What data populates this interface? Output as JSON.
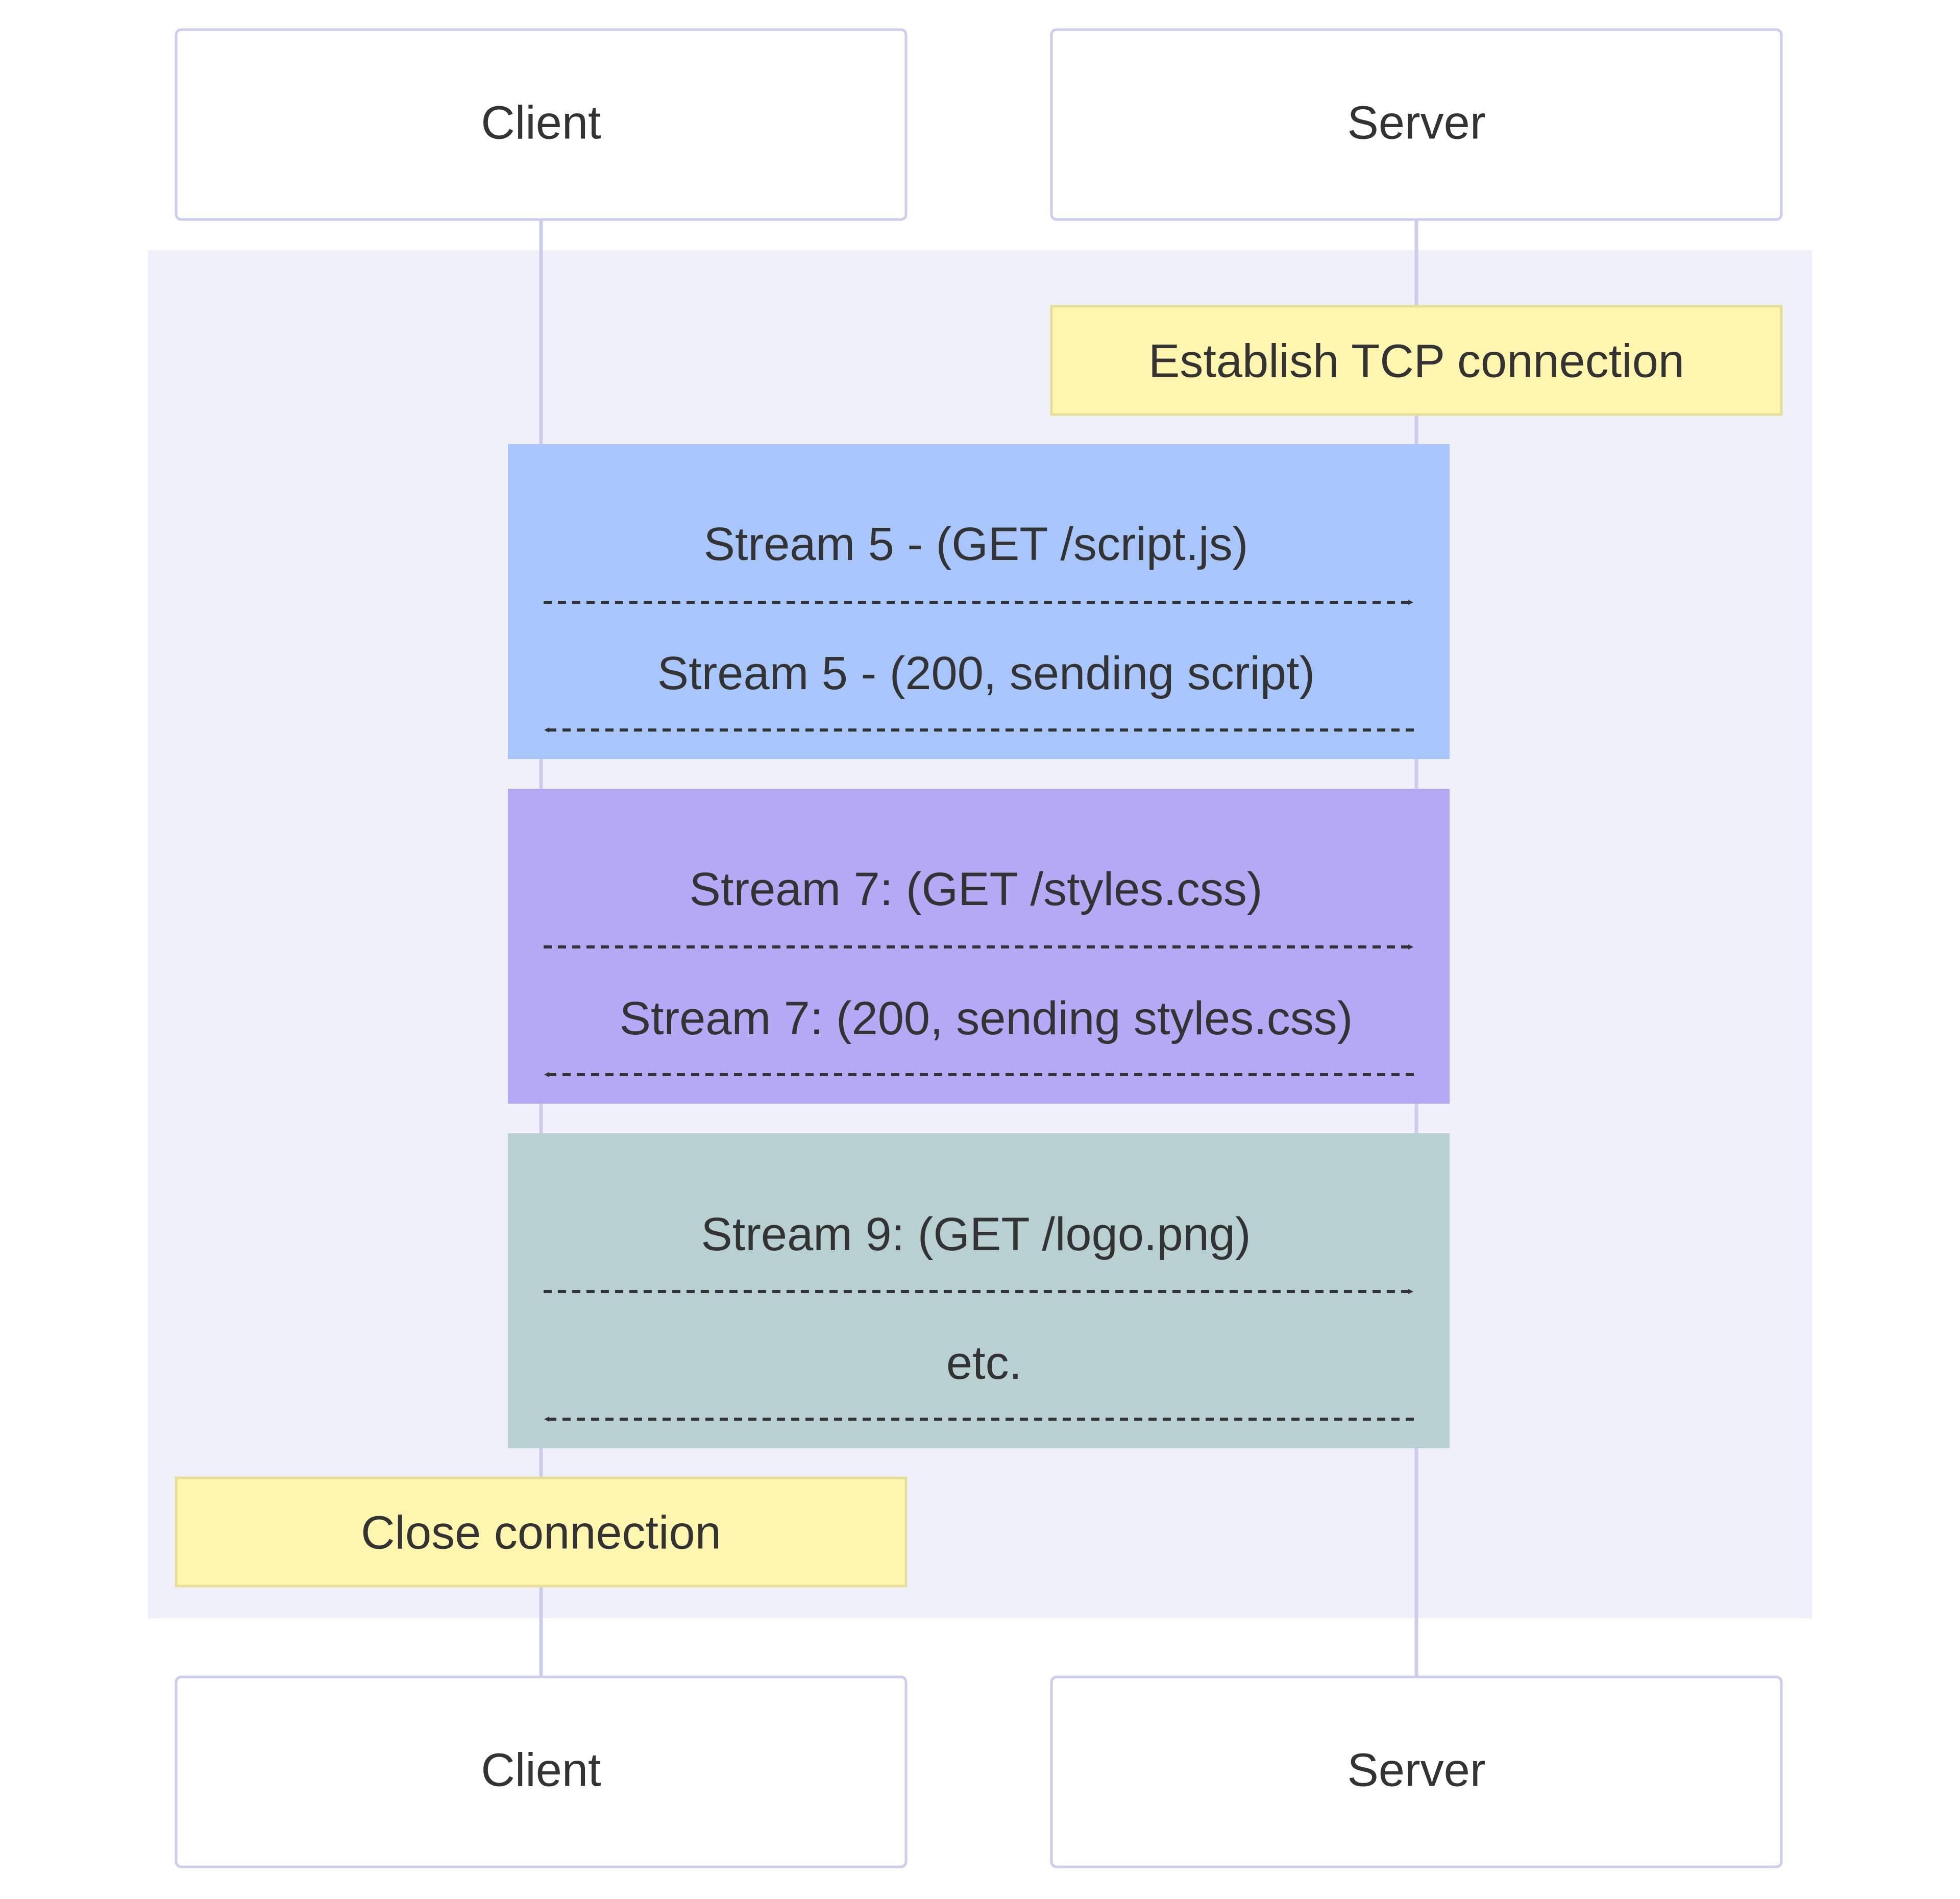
{
  "participants": [
    {
      "id": "client",
      "label": "Client"
    },
    {
      "id": "server",
      "label": "Server"
    }
  ],
  "notes": [
    {
      "id": "note-establish",
      "over": "server",
      "label": "Establish TCP connection"
    },
    {
      "id": "note-close",
      "over": "client",
      "label": "Close connection"
    }
  ],
  "streams": [
    {
      "id": "stream-5",
      "color": "#a8c6fb",
      "messages": [
        {
          "from": "client",
          "to": "server",
          "label": "Stream 5 - (GET /script.js)",
          "style": "dashed"
        },
        {
          "from": "server",
          "to": "client",
          "label": "Stream 5 - (200, sending script)",
          "style": "dashed"
        }
      ]
    },
    {
      "id": "stream-7",
      "color": "#b5a8f4",
      "messages": [
        {
          "from": "client",
          "to": "server",
          "label": "Stream 7: (GET /styles.css)",
          "style": "dashed"
        },
        {
          "from": "server",
          "to": "client",
          "label": "Stream 7: (200, sending styles.css)",
          "style": "dashed"
        }
      ]
    },
    {
      "id": "stream-9",
      "color": "#b8d0d2",
      "messages": [
        {
          "from": "client",
          "to": "server",
          "label": "Stream 9: (GET /logo.png)",
          "style": "dashed"
        },
        {
          "from": "server",
          "to": "client",
          "label": "etc.",
          "style": "dashed"
        }
      ]
    }
  ],
  "colors": {
    "actor_border": "#ccccee",
    "actor_fill": "#ffffff",
    "lifeline": "#ccccee",
    "group_background": "#f0f0fa",
    "note_fill": "#fef5ae",
    "note_border": "#e6df9a",
    "message_line": "#333333",
    "text": "#333333"
  }
}
